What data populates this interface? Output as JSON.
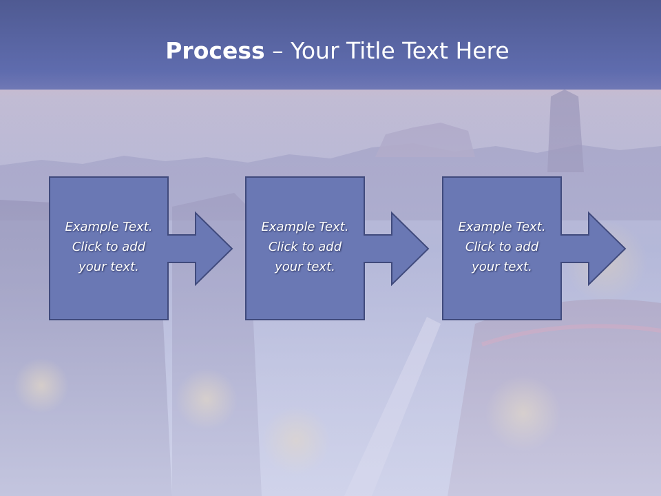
{
  "slide": {
    "title_bold": "Process",
    "title_rest": " – Your Title Text Here"
  },
  "steps": [
    {
      "text": "Example Text.\nClick  to add\nyour text."
    },
    {
      "text": "Example Text.\nClick  to add\nyour text."
    },
    {
      "text": "Example Text.\nClick  to add\nyour text."
    }
  ],
  "colors": {
    "title_band": "#5662a0",
    "box_fill": "#6a78b4",
    "box_border": "#404a7c",
    "text": "#ffffff"
  },
  "background": {
    "icon": "city-skyline-background"
  }
}
